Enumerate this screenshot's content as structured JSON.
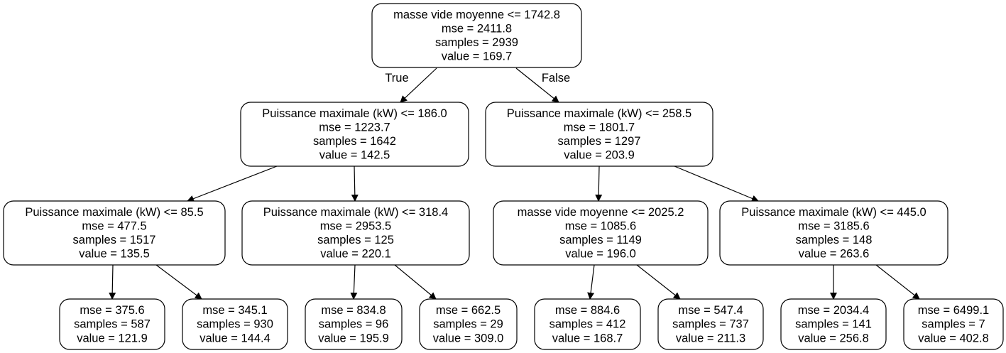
{
  "tree": {
    "nodes": [
      {
        "id": "n0",
        "lines": [
          "masse vide moyenne <= 1742.8",
          "mse = 2411.8",
          "samples = 2939",
          "value = 169.7"
        ]
      },
      {
        "id": "n1",
        "lines": [
          "Puissance maximale (kW) <= 186.0",
          "mse = 1223.7",
          "samples = 1642",
          "value = 142.5"
        ]
      },
      {
        "id": "n2",
        "lines": [
          "Puissance maximale (kW) <= 258.5",
          "mse = 1801.7",
          "samples = 1297",
          "value = 203.9"
        ]
      },
      {
        "id": "n3",
        "lines": [
          "Puissance maximale (kW) <= 85.5",
          "mse = 477.5",
          "samples = 1517",
          "value = 135.5"
        ]
      },
      {
        "id": "n4",
        "lines": [
          "Puissance maximale (kW) <= 318.4",
          "mse = 2953.5",
          "samples = 125",
          "value = 220.1"
        ]
      },
      {
        "id": "n5",
        "lines": [
          "masse vide moyenne <= 2025.2",
          "mse = 1085.6",
          "samples = 1149",
          "value = 196.0"
        ]
      },
      {
        "id": "n6",
        "lines": [
          "Puissance maximale (kW) <= 445.0",
          "mse = 3185.6",
          "samples = 148",
          "value = 263.6"
        ]
      },
      {
        "id": "l1",
        "lines": [
          "mse = 375.6",
          "samples = 587",
          "value = 121.9"
        ]
      },
      {
        "id": "l2",
        "lines": [
          "mse = 345.1",
          "samples = 930",
          "value = 144.4"
        ]
      },
      {
        "id": "l3",
        "lines": [
          "mse = 834.8",
          "samples = 96",
          "value = 195.9"
        ]
      },
      {
        "id": "l4",
        "lines": [
          "mse = 662.5",
          "samples = 29",
          "value = 309.0"
        ]
      },
      {
        "id": "l5",
        "lines": [
          "mse = 884.6",
          "samples = 412",
          "value = 168.7"
        ]
      },
      {
        "id": "l6",
        "lines": [
          "mse = 547.4",
          "samples = 737",
          "value = 211.3"
        ]
      },
      {
        "id": "l7",
        "lines": [
          "mse = 2034.4",
          "samples = 141",
          "value = 256.8"
        ]
      },
      {
        "id": "l8",
        "lines": [
          "mse = 6499.1",
          "samples = 7",
          "value = 402.8"
        ]
      }
    ],
    "edges": [
      {
        "from": "n0",
        "to": "n1",
        "label": "True"
      },
      {
        "from": "n0",
        "to": "n2",
        "label": "False"
      },
      {
        "from": "n1",
        "to": "n3"
      },
      {
        "from": "n1",
        "to": "n4"
      },
      {
        "from": "n2",
        "to": "n5"
      },
      {
        "from": "n2",
        "to": "n6"
      },
      {
        "from": "n3",
        "to": "l1"
      },
      {
        "from": "n3",
        "to": "l2"
      },
      {
        "from": "n4",
        "to": "l3"
      },
      {
        "from": "n4",
        "to": "l4"
      },
      {
        "from": "n5",
        "to": "l5"
      },
      {
        "from": "n5",
        "to": "l6"
      },
      {
        "from": "n6",
        "to": "l7"
      },
      {
        "from": "n6",
        "to": "l8"
      }
    ]
  }
}
